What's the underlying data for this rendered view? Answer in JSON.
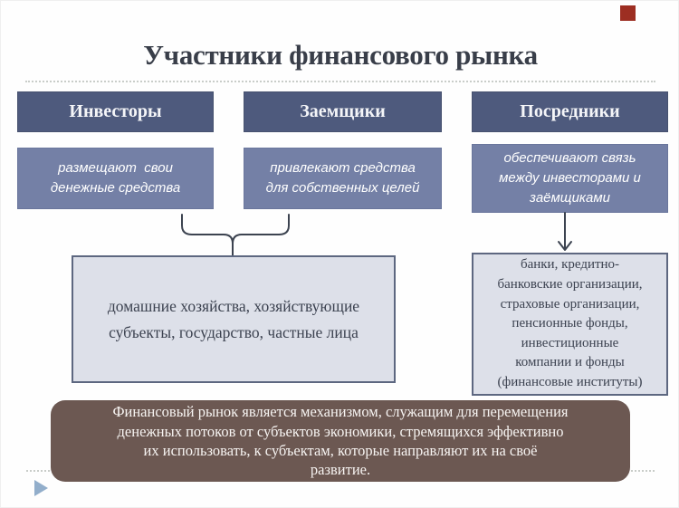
{
  "slide": {
    "title": "Участники финансового рынка",
    "columns": [
      {
        "header": "Инвесторы",
        "desc": "размещают  свои денежные средства",
        "desc_lines": [
          "размещают  свои",
          "денежные средства"
        ]
      },
      {
        "header": "Заемщики",
        "desc": "привлекают средства для собственных целей",
        "desc_lines": [
          "привлекают средства",
          "для собственных целей"
        ]
      },
      {
        "header": "Посредники",
        "desc": "обеспечивают связь между инвесторами и заёмщиками",
        "desc_lines": [
          "обеспечивают связь",
          "между инвесторами и",
          "заёмщиками"
        ]
      }
    ],
    "left_group_box": {
      "text": "домашние хозяйства, хозяйствующие субъекты, государство, частные лица",
      "lines": [
        "домашние хозяйства, хозяйствующие",
        "субъекты, государство, частные лица"
      ]
    },
    "right_group_box": {
      "text": "банки, кредитно-банковские организации, страховые организации, пенсионные фонды, инвестиционные компании и фонды (финансовые институты)",
      "lines": [
        "банки, кредитно-",
        "банковские организации,",
        "страховые организации,",
        "пенсионные фонды,",
        "инвестиционные",
        "компании и фонды",
        "(финансовые институты)"
      ]
    },
    "footer": {
      "text": "Финансовый рынок является механизмом, служащим для перемещения денежных потоков от субъектов экономики, стремящихся эффективно их использовать, к субъектам, которые направляют их на своё развитие.",
      "lines": [
        "Финансовый рынок является механизмом, служащим для перемещения",
        "денежных потоков от субъектов экономики, стремящихся эффективно",
        "их использовать, к субъектам, которые направляют их на своё",
        "развитие."
      ]
    },
    "colors": {
      "header_box": "#4e5a7d",
      "desc_box": "#7480a6",
      "group_box_fill": "#dde0e9",
      "group_box_border": "#5d6780",
      "footer_box": "#6c5852",
      "accent_square": "#9d2e22",
      "play_triangle": "#92aecb",
      "connector": "#3c4350",
      "dotted_rule": "#c9cdc9",
      "title_text": "#393e49"
    }
  }
}
